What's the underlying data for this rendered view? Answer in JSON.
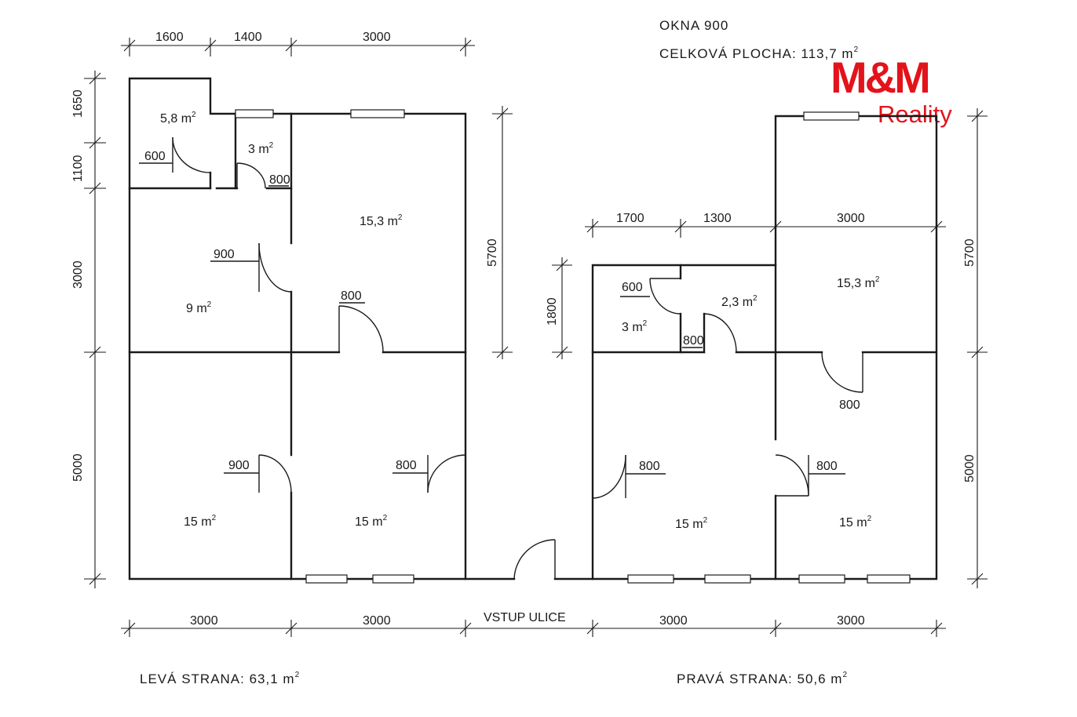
{
  "header": {
    "windows": "OKNA  900",
    "total_area_label": "CELKOVÁ PLOCHA: 113,7 m",
    "sup": "2"
  },
  "logo": {
    "brand": "M&M",
    "tagline": "Reality",
    "color": "#e3131b"
  },
  "footer": {
    "left_side": "LEVÁ  STRANA:  63,1 m",
    "right_side": "PRAVÁ  STRANA:  50,6 m",
    "sup": "2",
    "entrance": "VSTUP  ULICE"
  },
  "rooms": [
    {
      "id": "small-wc",
      "num": "5,8 m",
      "sup": "2"
    },
    {
      "id": "bath-left",
      "num": "3 m",
      "sup": "2"
    },
    {
      "id": "room-15-3-left",
      "num": "15,3 m",
      "sup": "2"
    },
    {
      "id": "room-9",
      "num": "9 m",
      "sup": "2"
    },
    {
      "id": "room-15-a",
      "num": "15 m",
      "sup": "2"
    },
    {
      "id": "room-15-b",
      "num": "15 m",
      "sup": "2"
    },
    {
      "id": "room-3-right",
      "num": "3 m",
      "sup": "2"
    },
    {
      "id": "room-2-3",
      "num": "2,3 m",
      "sup": "2"
    },
    {
      "id": "room-15-3-right",
      "num": "15,3 m",
      "sup": "2"
    },
    {
      "id": "room-15-c",
      "num": "15 m",
      "sup": "2"
    },
    {
      "id": "room-15-d",
      "num": "15 m",
      "sup": "2"
    }
  ],
  "dims": {
    "top_left": [
      "1600",
      "1400",
      "3000"
    ],
    "left_side": [
      "1650",
      "1100",
      "3000",
      "5000"
    ],
    "left_mid": "5700",
    "right_top": [
      "1700",
      "1300",
      "3000"
    ],
    "right_small": "1800",
    "right_side": [
      "5700",
      "5000"
    ],
    "bottom": [
      "3000",
      "3000",
      "3000",
      "3000"
    ]
  },
  "doors": [
    "600",
    "800",
    "900",
    "800",
    "900",
    "800",
    "600",
    "800",
    "800",
    "800",
    "800"
  ]
}
